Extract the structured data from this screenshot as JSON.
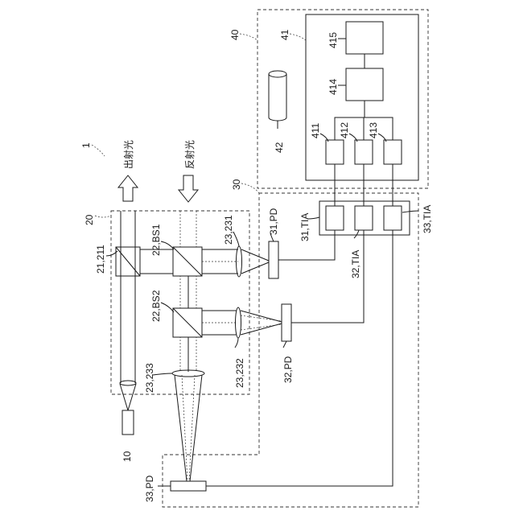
{
  "labels": {
    "system": "1",
    "light_source": "10",
    "optics_unit": "20",
    "beam_splitter_main": "21,211",
    "bs1": "22,BS1",
    "bs2": "22,BS2",
    "lens_231": "23,231",
    "lens_232": "23,232",
    "lens_233": "23,233",
    "receiver_unit": "30",
    "pd31": "31,PD",
    "pd32": "32,PD",
    "pd33": "33,PD",
    "tia31": "31,TIA",
    "tia32": "32,TIA",
    "tia33": "33,TIA",
    "processing_unit": "40",
    "circuit_board": "41",
    "storage": "42",
    "block411": "411",
    "block412": "412",
    "block413": "413",
    "block414": "414",
    "block415": "415",
    "emitted_light": "出射光",
    "reflected_light": "反射光"
  }
}
